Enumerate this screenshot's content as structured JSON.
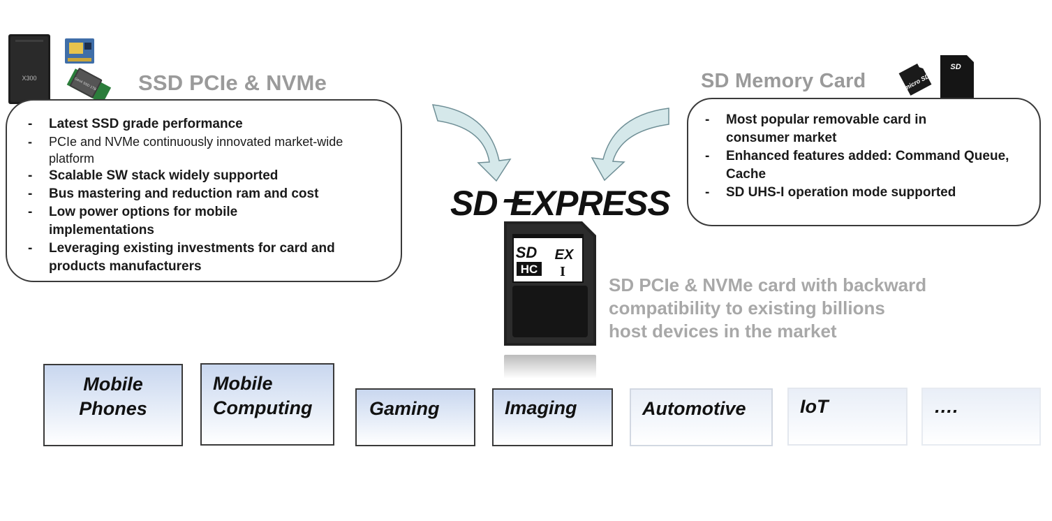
{
  "ssd": {
    "title": "SSD PCIe & NVMe",
    "bullets": [
      "Latest SSD grade performance",
      "PCIe and NVMe continuously innovated market-wide platform",
      "Scalable SW stack widely  supported",
      "Bus mastering and reduction ram and cost",
      "Low power options for mobile implementations",
      "Leveraging existing investments for card and products manufacturers"
    ],
    "drive_label": "X300",
    "chip_label": "Gen4 SSD 1TB"
  },
  "sd_card": {
    "title": "SD Memory Card",
    "bullets": [
      "Most popular removable card in consumer market",
      "Enhanced features added: Command Queue, Cache",
      "SD UHS-I  operation mode supported"
    ],
    "micro_label": "micro SD",
    "card_label": "SD"
  },
  "express": {
    "logo_sd": "SD",
    "logo_express": "EXPRESS",
    "card_sd": "SD",
    "card_hc": "HC",
    "card_ex": "EX",
    "card_i": "I",
    "description_lines": [
      "SD PCIe & NVMe card with backward",
      "compatibility to existing billions",
      "host devices in the market"
    ]
  },
  "categories": [
    {
      "line1": "Mobile",
      "line2": "Phones"
    },
    {
      "line1": "Mobile",
      "line2": "Computing"
    },
    {
      "line1": "Gaming",
      "line2": ""
    },
    {
      "line1": "Imaging",
      "line2": ""
    },
    {
      "line1": "Automotive",
      "line2": ""
    },
    {
      "line1": "IoT",
      "line2": ""
    },
    {
      "line1": "….",
      "line2": ""
    }
  ],
  "colors": {
    "arrow_fill": "#d5e8ea",
    "arrow_stroke": "#6f8f96",
    "title_gray": "#9a9a9a",
    "box_border": "#3a3a3a"
  }
}
